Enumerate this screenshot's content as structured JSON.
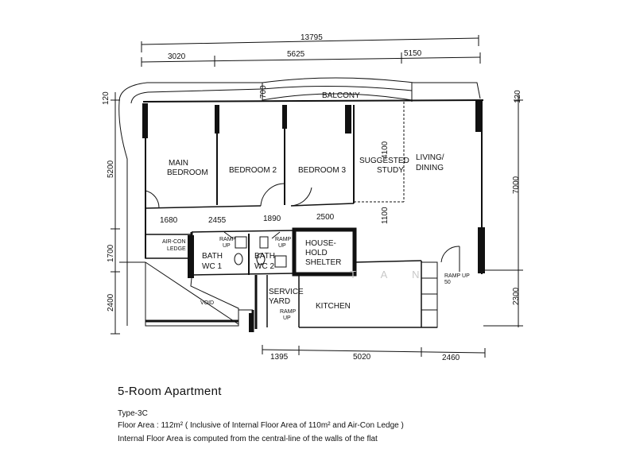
{
  "plan": {
    "dimensions": {
      "overall": "13795",
      "top_segments": [
        "3020",
        "5625",
        "5150"
      ],
      "bottom_segments": [
        "1395",
        "5020",
        "2460"
      ],
      "left_segments": [
        "120",
        "5200",
        "1700",
        "2400"
      ],
      "right_segments": [
        "120",
        "7000",
        "2300"
      ],
      "internal_h": [
        "1680",
        "2455",
        "1890",
        "2500"
      ],
      "study": [
        "4100",
        "1100"
      ],
      "balcony_depth": "700"
    },
    "rooms": {
      "balcony": "BALCONY",
      "main_bedroom": [
        "MAIN",
        "BEDROOM"
      ],
      "bedroom2": "BEDROOM 2",
      "bedroom3": "BEDROOM 3",
      "study": [
        "SUGGESTED",
        "STUDY"
      ],
      "living": [
        "LIVING/",
        "DINING"
      ],
      "aircon": [
        "AIR-CON",
        "LEDGE"
      ],
      "bath1": [
        "BATH",
        "WC 1"
      ],
      "bath2": [
        "BATH",
        "WC 2"
      ],
      "shelter": [
        "HOUSE-",
        "HOLD",
        "SHELTER"
      ],
      "service": [
        "SERVICE",
        "YARD"
      ],
      "kitchen": "KITCHEN",
      "void": "VOID",
      "ramp1": [
        "RAMP",
        "UP"
      ],
      "ramp2": [
        "RAMP",
        "UP"
      ],
      "ramp_yard": [
        "RAMP",
        "UP"
      ],
      "ramp_living": [
        "RAMP UP",
        "50"
      ]
    }
  },
  "caption": {
    "title": "5-Room Apartment",
    "type": "Type-3C",
    "floor_area": "Floor Area : 112m²  ( Inclusive of Internal Floor Area of 110m²  and Air-Con Ledge )",
    "note": "Internal Floor Area is computed from the central-line of the walls of the flat"
  }
}
